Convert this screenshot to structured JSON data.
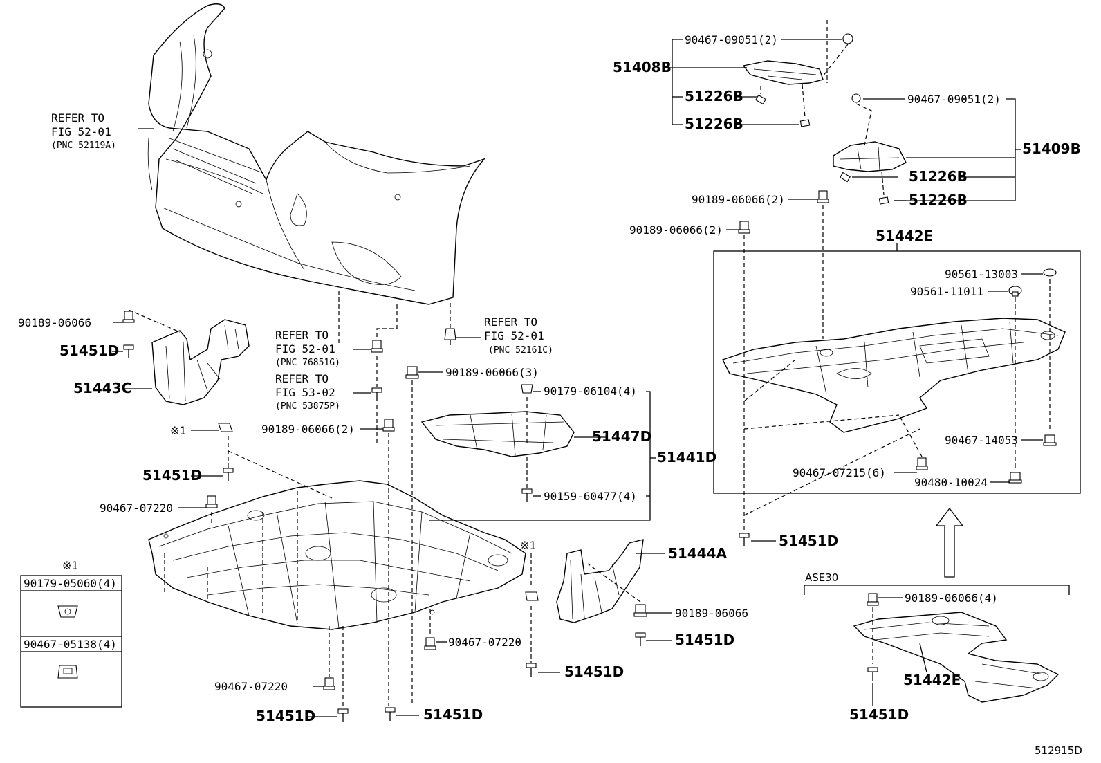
{
  "diagram_id": "512915D",
  "refs": {
    "bumper": {
      "line1": "REFER TO",
      "line2": "FIG 52-01",
      "pnc": "(PNC 52119A)"
    },
    "fig52_76851": {
      "line1": "REFER TO",
      "line2": "FIG 52-01",
      "pnc": "(PNC 76851G)"
    },
    "fig53": {
      "line1": "REFER TO",
      "line2": "FIG 53-02",
      "pnc": "(PNC 53875P)"
    },
    "fig52_52161": {
      "line1": "REFER TO",
      "line2": "FIG 52-01",
      "pnc": "(PNC 52161C)"
    }
  },
  "labels": {
    "p90189_06066_a": "90189-06066",
    "p51451D_a": "51451D",
    "p51443C": "51443C",
    "note1_a": "※1",
    "p51451D_b": "51451D",
    "p90467_07220_a": "90467-07220",
    "p90189_06066_3": "90189-06066(3)",
    "p90179_06104_4": "90179-06104(4)",
    "p51447D": "51447D",
    "p51441D": "51441D",
    "p90189_06066_2a": "90189-06066(2)",
    "p90159_60477_4": "90159-60477(4)",
    "note1_b": "※1",
    "p51444A": "51444A",
    "p90189_06066_b": "90189-06066",
    "p51451D_c": "51451D",
    "p90467_07220_b": "90467-07220",
    "p51451D_d": "51451D",
    "p90467_07220_c": "90467-07220",
    "p51451D_e": "51451D",
    "p51451D_f": "51451D",
    "p90467_09051_2a": "90467-09051(2)",
    "p51408B": "51408B",
    "p51226B_a": "51226B",
    "p51226B_b": "51226B",
    "p90467_09051_2b": "90467-09051(2)",
    "p51409B": "51409B",
    "p51226B_c": "51226B",
    "p51226B_d": "51226B",
    "p90189_06066_2b": "90189-06066(2)",
    "p90189_06066_2c": "90189-06066(2)",
    "p51442E_a": "51442E",
    "p90561_13003": "90561-13003",
    "p90561_11011": "90561-11011",
    "p90467_14053": "90467-14053",
    "p90467_07215_6": "90467-07215(6)",
    "p90480_10024": "90480-10024",
    "p51451D_g": "51451D",
    "ase30": "ASE30",
    "p90189_06066_4": "90189-06066(4)",
    "p51442E_b": "51442E",
    "p51451D_h": "51451D"
  },
  "legend": {
    "title": "※1",
    "item1": "90179-05060(4)",
    "item2": "90467-05138(4)"
  }
}
